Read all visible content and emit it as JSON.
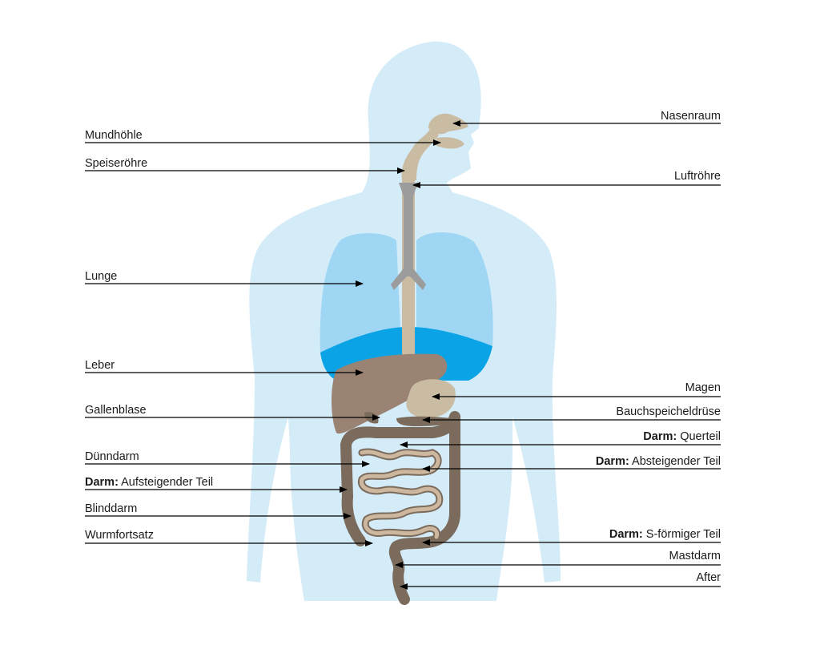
{
  "colors": {
    "silhouette": "#d4ebf8",
    "lung": "#9fd6f4",
    "diaphragm": "#0aa4e6",
    "airway": "#c9bca3",
    "trachea": "#9c9c9c",
    "liver": "#9b8373",
    "intestine": "#7a6b5c",
    "small_intestine": "#cdb89f",
    "arrow": "#000000"
  },
  "labels_left": [
    {
      "id": "mundhoehle",
      "bold": "",
      "text": "Mundhöhle"
    },
    {
      "id": "speiseroehre",
      "bold": "",
      "text": "Speiseröhre"
    },
    {
      "id": "lunge",
      "bold": "",
      "text": "Lunge"
    },
    {
      "id": "leber",
      "bold": "",
      "text": "Leber"
    },
    {
      "id": "gallenblase",
      "bold": "",
      "text": "Gallenblase"
    },
    {
      "id": "duenndarm",
      "bold": "",
      "text": "Dünndarm"
    },
    {
      "id": "aufsteigend",
      "bold": "Darm:",
      "text": " Aufsteigender Teil"
    },
    {
      "id": "blinddarm",
      "bold": "",
      "text": "Blinddarm"
    },
    {
      "id": "wurmfortsatz",
      "bold": "",
      "text": "Wurmfortsatz"
    }
  ],
  "labels_right": [
    {
      "id": "nasenraum",
      "bold": "",
      "text": "Nasenraum"
    },
    {
      "id": "luftroehre",
      "bold": "",
      "text": "Luftröhre"
    },
    {
      "id": "magen",
      "bold": "",
      "text": "Magen"
    },
    {
      "id": "bauchspeichel",
      "bold": "",
      "text": "Bauchspeicheldrüse"
    },
    {
      "id": "querteil",
      "bold": "Darm:",
      "text": " Querteil"
    },
    {
      "id": "absteigend",
      "bold": "Darm:",
      "text": " Absteigender Teil"
    },
    {
      "id": "sfoermig",
      "bold": "Darm:",
      "text": " S-förmiger Teil"
    },
    {
      "id": "mastdarm",
      "bold": "",
      "text": "Mastdarm"
    },
    {
      "id": "after",
      "bold": "",
      "text": "After"
    }
  ]
}
